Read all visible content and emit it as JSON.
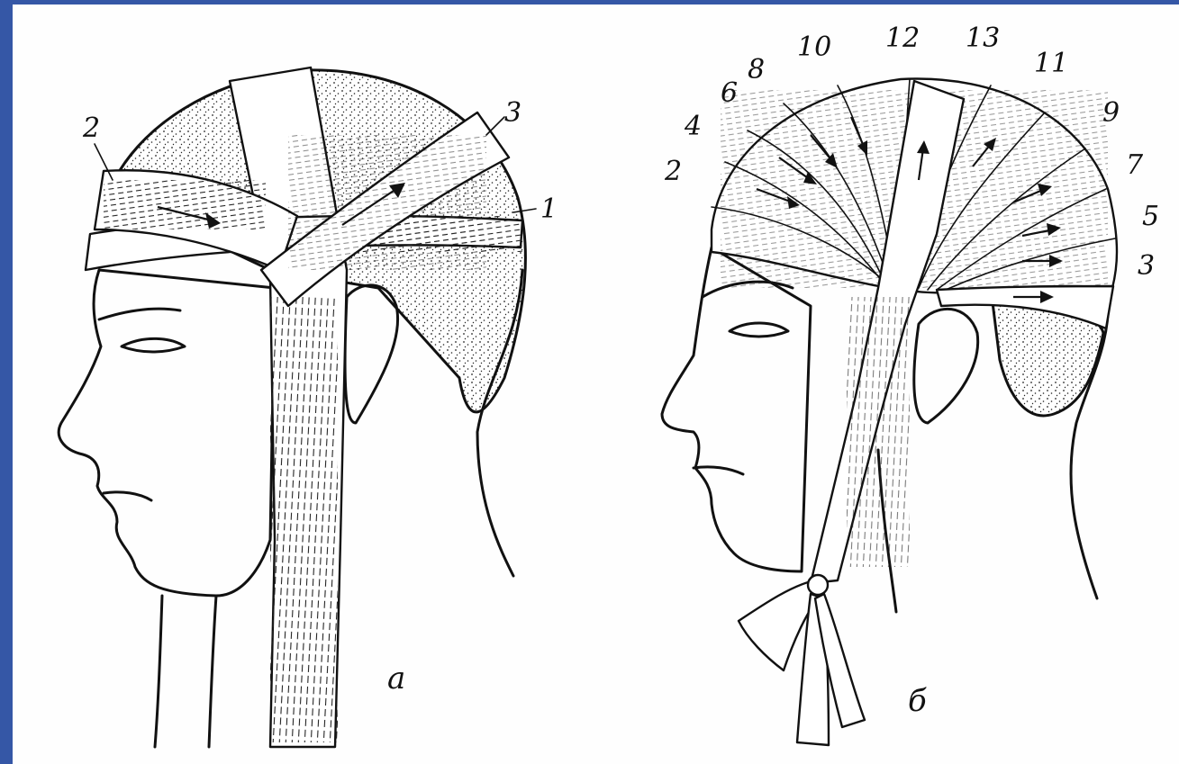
{
  "colors": {
    "frame": "#3557a6",
    "ink": "#111111",
    "paper": "#fefefe"
  },
  "figures": {
    "a": {
      "caption": "а",
      "labels": [
        "2",
        "3",
        "1"
      ]
    },
    "b": {
      "caption": "б",
      "labels": [
        "12",
        "13",
        "10",
        "11",
        "8",
        "9",
        "6",
        "7",
        "4",
        "5",
        "2",
        "3"
      ]
    }
  }
}
